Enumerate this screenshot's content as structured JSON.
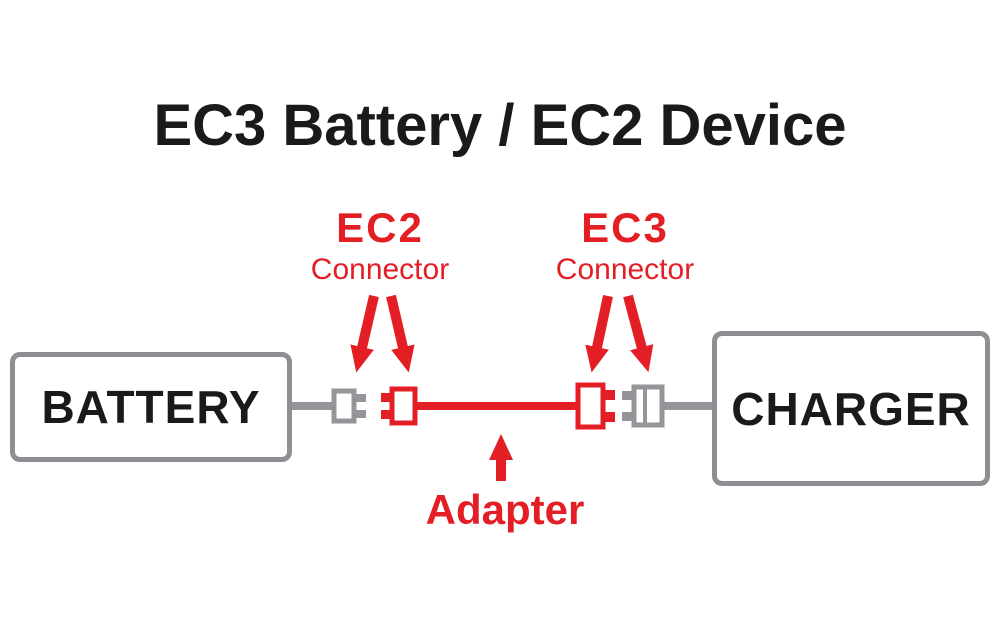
{
  "title": "EC3 Battery / EC2 Device",
  "labels": {
    "ec2": {
      "name": "EC2",
      "sub": "Connector"
    },
    "ec3": {
      "name": "EC3",
      "sub": "Connector"
    },
    "adapter": "Adapter"
  },
  "devices": {
    "battery": "BATTERY",
    "charger": "CHARGER"
  },
  "diagram": {
    "battery_side_connector": "gray-plug-icon",
    "ec2_adapter_connector": "red-plug-icon",
    "ec3_adapter_connector": "red-plug-icon",
    "charger_side_connector": "gray-socket-icon",
    "adapter_cable": "red-wire",
    "pointer_arrows": "red-arrow-icon"
  },
  "colors": {
    "accent_red": "#e31e25",
    "wire_gray": "#939598",
    "text_black": "#1a1a1a",
    "box_border": "#8d8f92"
  }
}
